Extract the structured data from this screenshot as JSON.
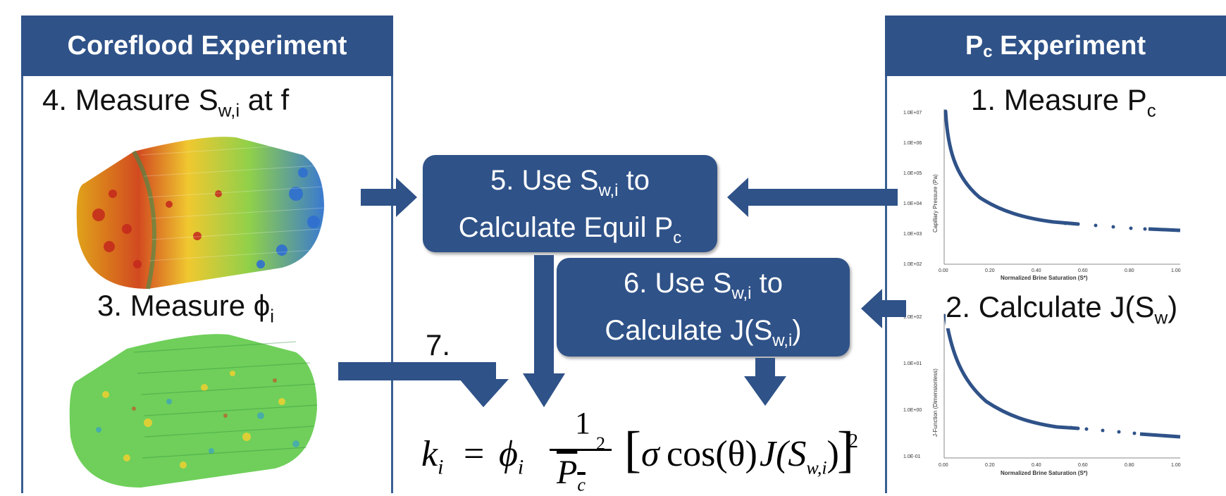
{
  "left_panel": {
    "title": "Coreflood Experiment",
    "step4": {
      "prefix": "4.  Measure S",
      "sub": "w,i",
      "suffix": " at f"
    },
    "step3": {
      "prefix": "3.  Measure ϕ",
      "sub": "i"
    }
  },
  "right_panel": {
    "title_main": "P",
    "title_sub": "c",
    "title_rest": " Experiment",
    "step1": {
      "prefix": "1. Measure P",
      "sub": "c"
    },
    "step2": {
      "prefix": "2. Calculate J(S",
      "sub": "w",
      "suffix": ")"
    }
  },
  "box5": {
    "line1_prefix": "5. Use S",
    "line1_sub": "w,i",
    "line1_suffix": " to",
    "line2_prefix": "Calculate Equil P",
    "line2_sub": "c"
  },
  "box6": {
    "line1_prefix": "6. Use S",
    "line1_sub": "w,i",
    "line1_suffix": " to",
    "line2_prefix": "Calculate J(S",
    "line2_sub": "w,i",
    "line2_suffix": ")"
  },
  "step7_label": "7.",
  "equation": {
    "lhs": "k",
    "lhs_sub": "i",
    "eq": "=",
    "phi": "ϕ",
    "phi_sub": "i",
    "numerator": "1",
    "denominator": "P",
    "denom_sub": "c",
    "denom_sup": "2",
    "bracket_content_sigma": "σ",
    "bracket_content_cos": "cos(θ)",
    "bracket_content_J": "J(S",
    "J_sub": "w,i",
    "J_close": ")",
    "power": "2"
  },
  "plot1": {
    "ylabel": "Capillary Pressure (Pa)",
    "xlabel": "Normalized Brine Saturation (S*)",
    "yticks": [
      "1.0E+07",
      "1.0E+06",
      "1.0E+05",
      "1.0E+04",
      "1.0E+03",
      "1.0E+02"
    ],
    "xticks": [
      "0.00",
      "0.20",
      "0.40",
      "0.60",
      "0.80",
      "1.00"
    ]
  },
  "plot2": {
    "ylabel": "J-Function (Dimensionless)",
    "xlabel": "Normalized Brine Saturation (S*)",
    "yticks": [
      "1.0E+02",
      "1.0E+01",
      "1.0E+00",
      "1.0E-01"
    ],
    "xticks": [
      "0.00",
      "0.20",
      "0.40",
      "0.60",
      "0.80",
      "1.00"
    ]
  },
  "colors": {
    "box": "#2f5288",
    "panel_border": "#3a5f92",
    "points": "#2f5288"
  }
}
